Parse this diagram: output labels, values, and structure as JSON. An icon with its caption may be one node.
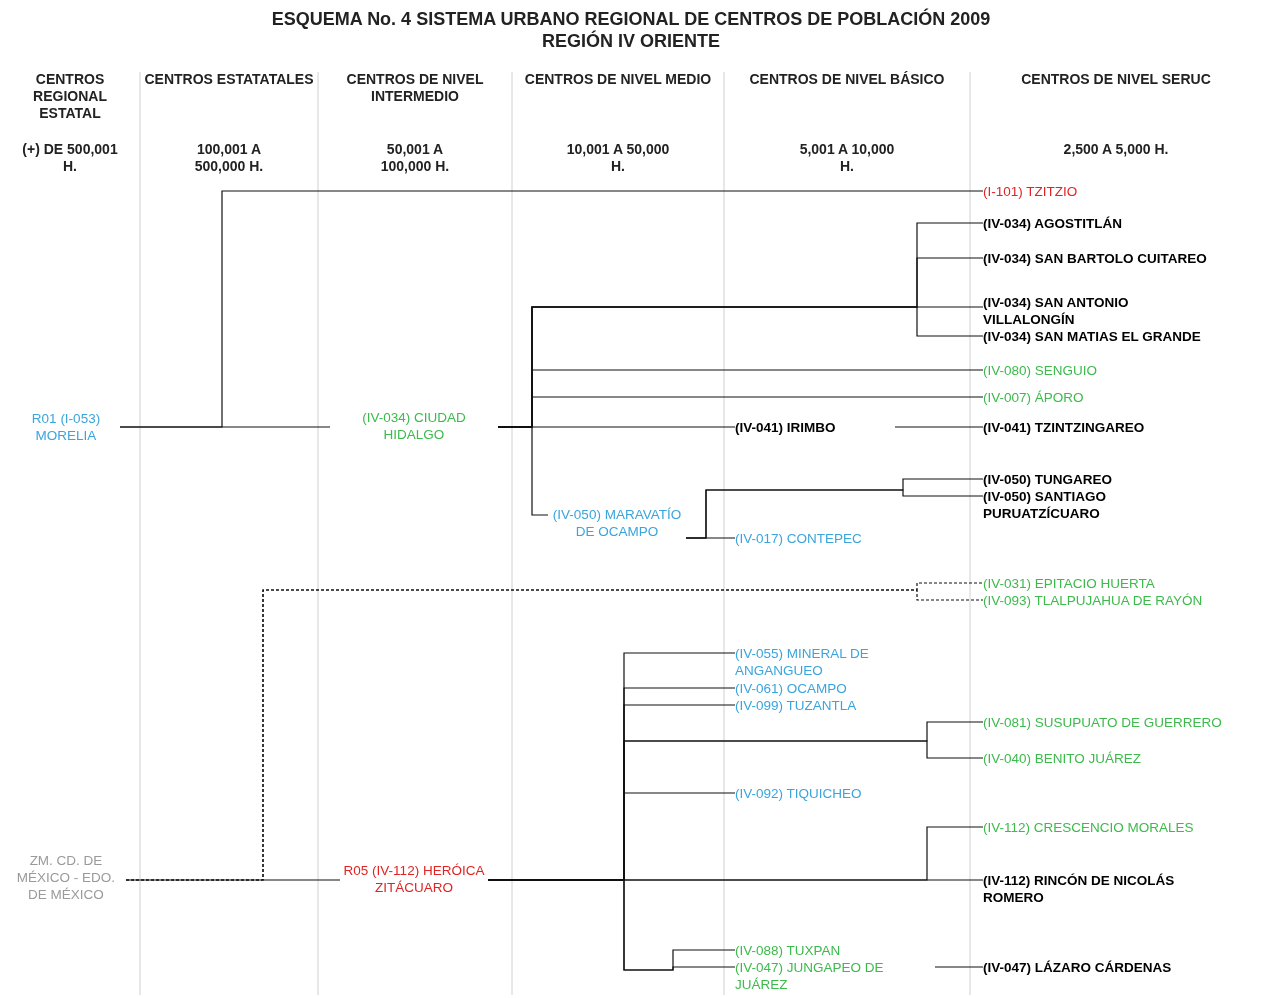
{
  "diagram": {
    "title": "ESQUEMA No. 4 SISTEMA URBANO REGIONAL DE CENTROS DE POBLACIÓN 2009",
    "nodes": [
      {
        "text": [
          "R01 (I-053) MORELIA"
        ]
      },
      {
        "text": [
          "(IV-034) CIUDAD HIDALGO"
        ]
      },
      {
        "text": [
          "(I-101) TZITZIO"
        ]
      },
      {
        "text": [
          "(IV-034) AGOSTITLÁN"
        ]
      },
      {
        "text": [
          "(IV-034) SAN BARTOLO CUITAREO"
        ]
      },
      {
        "text": [
          "(IV-034) SAN ANTONIO VILLALONGÍN"
        ]
      },
      {
        "text": [
          "(IV-034) SAN MATIAS EL GRANDE"
        ]
      },
      {
        "text": [
          "(IV-080) SENGUIO"
        ]
      },
      {
        "text": [
          "(IV-007) ÁPORO"
        ]
      },
      {
        "text": [
          "(IV-041) IRIMBO"
        ]
      },
      {
        "text": [
          "(IV-041) TZINTZINGAREO"
        ]
      },
      {
        "text": [
          "(IV-050) MARAVATÍO DE OCAMPO"
        ]
      },
      {
        "text": [
          "(IV-017) CONTEPEC"
        ]
      },
      {
        "text": [
          "(IV-050) TUNGAREO"
        ]
      },
      {
        "text": [
          "(IV-050) SANTIAGO PURUATZÍCUARO"
        ]
      },
      {
        "text": [
          "ZM. CD. DE MÉXICO - EDO. DE MÉXICO"
        ]
      },
      {
        "text": [
          "R05 (IV-112) HERÓICA ZITÁCUARO"
        ]
      },
      {
        "text": [
          "(IV-031) EPITACIO HUERTA"
        ]
      },
      {
        "text": [
          "(IV-093) TLALPUJAHUA DE RAYÓN"
        ]
      },
      {
        "text": [
          "(IV-055) MINERAL DE ANGANGUEO"
        ]
      },
      {
        "text": [
          "(IV-061) OCAMPO"
        ]
      },
      {
        "text": [
          "(IV-099) TUZANTLA"
        ]
      },
      {
        "text": [
          "(IV-081) SUSUPUATO DE GUERRERO"
        ]
      },
      {
        "text": [
          "(IV-040) BENITO JUÁREZ"
        ]
      },
      {
        "text": [
          "(IV-092) TIQUICHEO"
        ]
      },
      {
        "text": [
          "(IV-112) CRESCENCIO MORALES"
        ]
      },
      {
        "text": [
          "(IV-112) RINCÓN DE NICOLÁS ROMERO"
        ]
      },
      {
        "text": [
          "(IV-088) TUXPAN"
        ]
      },
      {
        "text": [
          "(IV-047) JUNGAPEO DE JUÁREZ"
        ]
      },
      {
        "text": [
          "(IV-047) LÁZARO CÁRDENAS"
        ]
      }
    ],
    "edges": [
      {
        "from": 0,
        "to": 1,
        "arrow": "none"
      },
      {
        "from": 0,
        "to": 2,
        "arrow": "none"
      },
      {
        "from": 1,
        "to": 3,
        "arrow": "none"
      },
      {
        "from": 1,
        "to": 4,
        "arrow": "none"
      },
      {
        "from": 1,
        "to": 5,
        "arrow": "none"
      },
      {
        "from": 1,
        "to": 6,
        "arrow": "none"
      },
      {
        "from": 1,
        "to": 7,
        "arrow": "none"
      },
      {
        "from": 1,
        "to": 8,
        "arrow": "none"
      },
      {
        "from": 1,
        "to": 9,
        "arrow": "none"
      },
      {
        "from": 9,
        "to": 10,
        "arrow": "none"
      },
      {
        "from": 1,
        "to": 11,
        "arrow": "none"
      },
      {
        "from": 11,
        "to": 12,
        "arrow": "none"
      },
      {
        "from": 11,
        "to": 13,
        "arrow": "none"
      },
      {
        "from": 11,
        "to": 14,
        "arrow": "none"
      },
      {
        "from": 15,
        "to": 16,
        "arrow": "none"
      },
      {
        "from": 15,
        "to": 17,
        "arrow": "none",
        "style": "dashed"
      },
      {
        "from": 15,
        "to": 18,
        "arrow": "none",
        "style": "dashed"
      },
      {
        "from": 16,
        "to": 19,
        "arrow": "none"
      },
      {
        "from": 16,
        "to": 20,
        "arrow": "none"
      },
      {
        "from": 16,
        "to": 21,
        "arrow": "none"
      },
      {
        "from": 16,
        "to": 22,
        "arrow": "none"
      },
      {
        "from": 16,
        "to": 23,
        "arrow": "none"
      },
      {
        "from": 16,
        "to": 24,
        "arrow": "none"
      },
      {
        "from": 16,
        "to": 25,
        "arrow": "none"
      },
      {
        "from": 16,
        "to": 26,
        "arrow": "none"
      },
      {
        "from": 16,
        "to": 27,
        "arrow": "none"
      },
      {
        "from": 16,
        "to": 28,
        "arrow": "none"
      },
      {
        "from": 28,
        "to": 29,
        "arrow": "none"
      }
    ],
    "labels": [
      "REGIÓN IV ORIENTE",
      "CENTROS REGIONAL ESTATAL",
      "CENTROS ESTATATALES",
      "CENTROS DE NIVEL INTERMEDIO",
      "CENTROS DE NIVEL MEDIO",
      "CENTROS DE NIVEL BÁSICO",
      "CENTROS DE NIVEL SERUC",
      "(+) DE 500,001 H.",
      "100,001 A 500,000 H.",
      "50,001 A 100,000 H.",
      "10,001 A 50,000 H.",
      "5,001 A 10,000 H.",
      "2,500 A 5,000 H."
    ]
  }
}
